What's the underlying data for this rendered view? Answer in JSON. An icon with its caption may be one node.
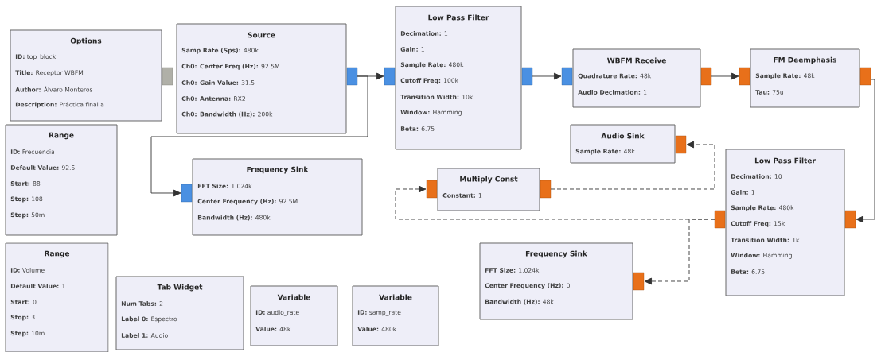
{
  "diagram": {
    "nodes": [
      {
        "text": [
          "Options",
          "**ID:** top_block",
          "**Title:** Receptor WBFM",
          "**Author:** Álvaro Monteros",
          "**Description:** Práctica final a"
        ]
      },
      {
        "text": [
          "Source",
          "**Samp Rate (Sps):** 480k",
          "**Ch0: Center Freq (Hz):** 92.5M",
          "**Ch0: Gain Value:** 31.5",
          "**Ch0: Antenna:** RX2",
          "**Ch0: Bandwidth (Hz):** 200k"
        ]
      },
      {
        "text": [
          "Low Pass Filter",
          "**Decimation:** 1",
          "**Gain:** 1",
          "**Sample Rate:** 480k",
          "**Cutoff Freq:** 100k",
          "**Transition Width:** 10k",
          "**Window:** Hamming",
          "**Beta:** 6.75"
        ]
      },
      {
        "text": [
          "WBFM Receive",
          "**Quadrature Rate:** 48k",
          "**Audio Decimation:** 1"
        ]
      },
      {
        "text": [
          "FM Deemphasis",
          "**Sample Rate:** 48k",
          "**Tau:** 75u"
        ]
      },
      {
        "text": [
          "Range",
          "**ID:** Frecuencia",
          "**Default Value:** 92.5",
          "**Start:** 88",
          "**Stop:** 108",
          "**Step:** 50m"
        ]
      },
      {
        "text": [
          "Frequency Sink",
          "**FFT Size:** 1.024k",
          "**Center Frequency (Hz):** 92.5M",
          "**Bandwidth (Hz):** 480k"
        ]
      },
      {
        "text": [
          "Audio Sink",
          "**Sample Rate:** 48k"
        ]
      },
      {
        "text": [
          "Multiply Const",
          "**Constant:** 1"
        ]
      },
      {
        "text": [
          "Low Pass Filter",
          "**Decimation:** 10",
          "**Gain:** 1",
          "**Sample Rate:** 480k",
          "**Cutoff Freq:** 15k",
          "**Transition Width:** 1k",
          "**Window:** Hamming",
          "**Beta:** 6.75"
        ]
      },
      {
        "text": [
          "Range",
          "**ID:** Volume",
          "**Default Value:** 1",
          "**Start:** 0",
          "**Stop:** 3",
          "**Step:** 10m"
        ]
      },
      {
        "text": [
          "Tab Widget",
          "**Num Tabs:** 2",
          "**Label 0:** Espectro",
          "**Label 1:** Audio"
        ]
      },
      {
        "text": [
          "Variable",
          "**ID:** audio_rate",
          "**Value:** 48k"
        ]
      },
      {
        "text": [
          "Variable",
          "**ID:** samp_rate",
          "**Value:** 480k"
        ]
      },
      {
        "text": [
          "Frequency Sink",
          "**FFT Size:** 1.024k",
          "**Center Frequency (Hz):** 0",
          "**Bandwidth (Hz):** 48k"
        ]
      }
    ],
    "edges": [
      {
        "from": 1,
        "to": 2,
        "arrow": "to"
      },
      {
        "from": 1,
        "to": 6,
        "arrow": "to"
      },
      {
        "from": 2,
        "to": 3,
        "arrow": "to"
      },
      {
        "from": 3,
        "to": 4,
        "arrow": "to"
      },
      {
        "from": 4,
        "to": 9,
        "arrow": "to"
      },
      {
        "from": 9,
        "to": 8,
        "arrow": "to",
        "style": "dashed"
      },
      {
        "from": 9,
        "to": 14,
        "arrow": "to",
        "style": "dashed"
      },
      {
        "from": 8,
        "to": 7,
        "arrow": "to",
        "style": "dashed"
      }
    ]
  }
}
